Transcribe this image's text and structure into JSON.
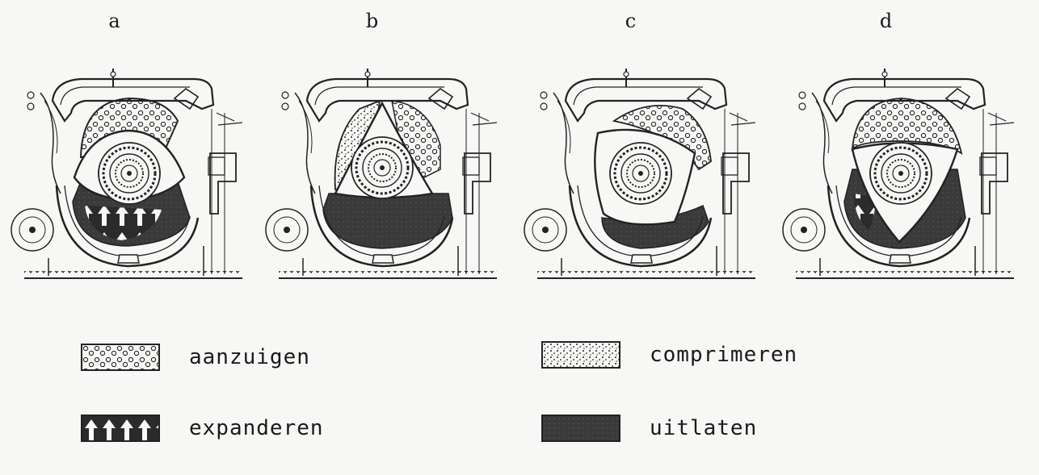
{
  "panels": [
    {
      "label": "a",
      "phase": "aanzuigen-expanderen"
    },
    {
      "label": "b",
      "phase": "comprimeren-uitlaten"
    },
    {
      "label": "c",
      "phase": "aanzuigen-uitlaten"
    },
    {
      "label": "d",
      "phase": "aanzuigen-expanderen"
    }
  ],
  "legend": {
    "intake": "aanzuigen",
    "compression": "comprimeren",
    "expansion": "expanderen",
    "exhaust": "uitlaten"
  },
  "colors": {
    "ink": "#1a1a1a",
    "paper": "#f7f7f5",
    "exhaust_fill": "#3a3a3a"
  }
}
